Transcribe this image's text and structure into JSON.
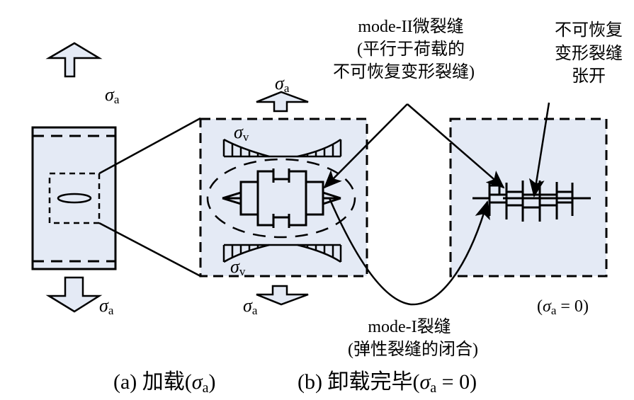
{
  "colors": {
    "fill": "#e4eaf5",
    "stroke": "#000000",
    "background": "#ffffff"
  },
  "symbols": {
    "sigma": "σ",
    "sub_a": "a",
    "sub_v": "v",
    "equals_zero": " = 0"
  },
  "labels": {
    "mode2_line1": "mode-II微裂缝",
    "mode2_line2": "(平行于荷载的",
    "mode2_line3": "不可恢复变形裂缝)",
    "irrev_line1": "不可恢复",
    "irrev_line2": "变形裂缝",
    "irrev_line3": "张开",
    "mode1_line1": "mode-I裂缝",
    "mode1_line2": "(弹性裂缝的闭合)",
    "right_box_open": "(",
    "right_box_close": ")"
  },
  "captions": {
    "a_prefix": "(a) 加载(",
    "a_suffix": ")",
    "b_prefix": "(b) 卸载完毕(",
    "b_suffix": ")"
  }
}
